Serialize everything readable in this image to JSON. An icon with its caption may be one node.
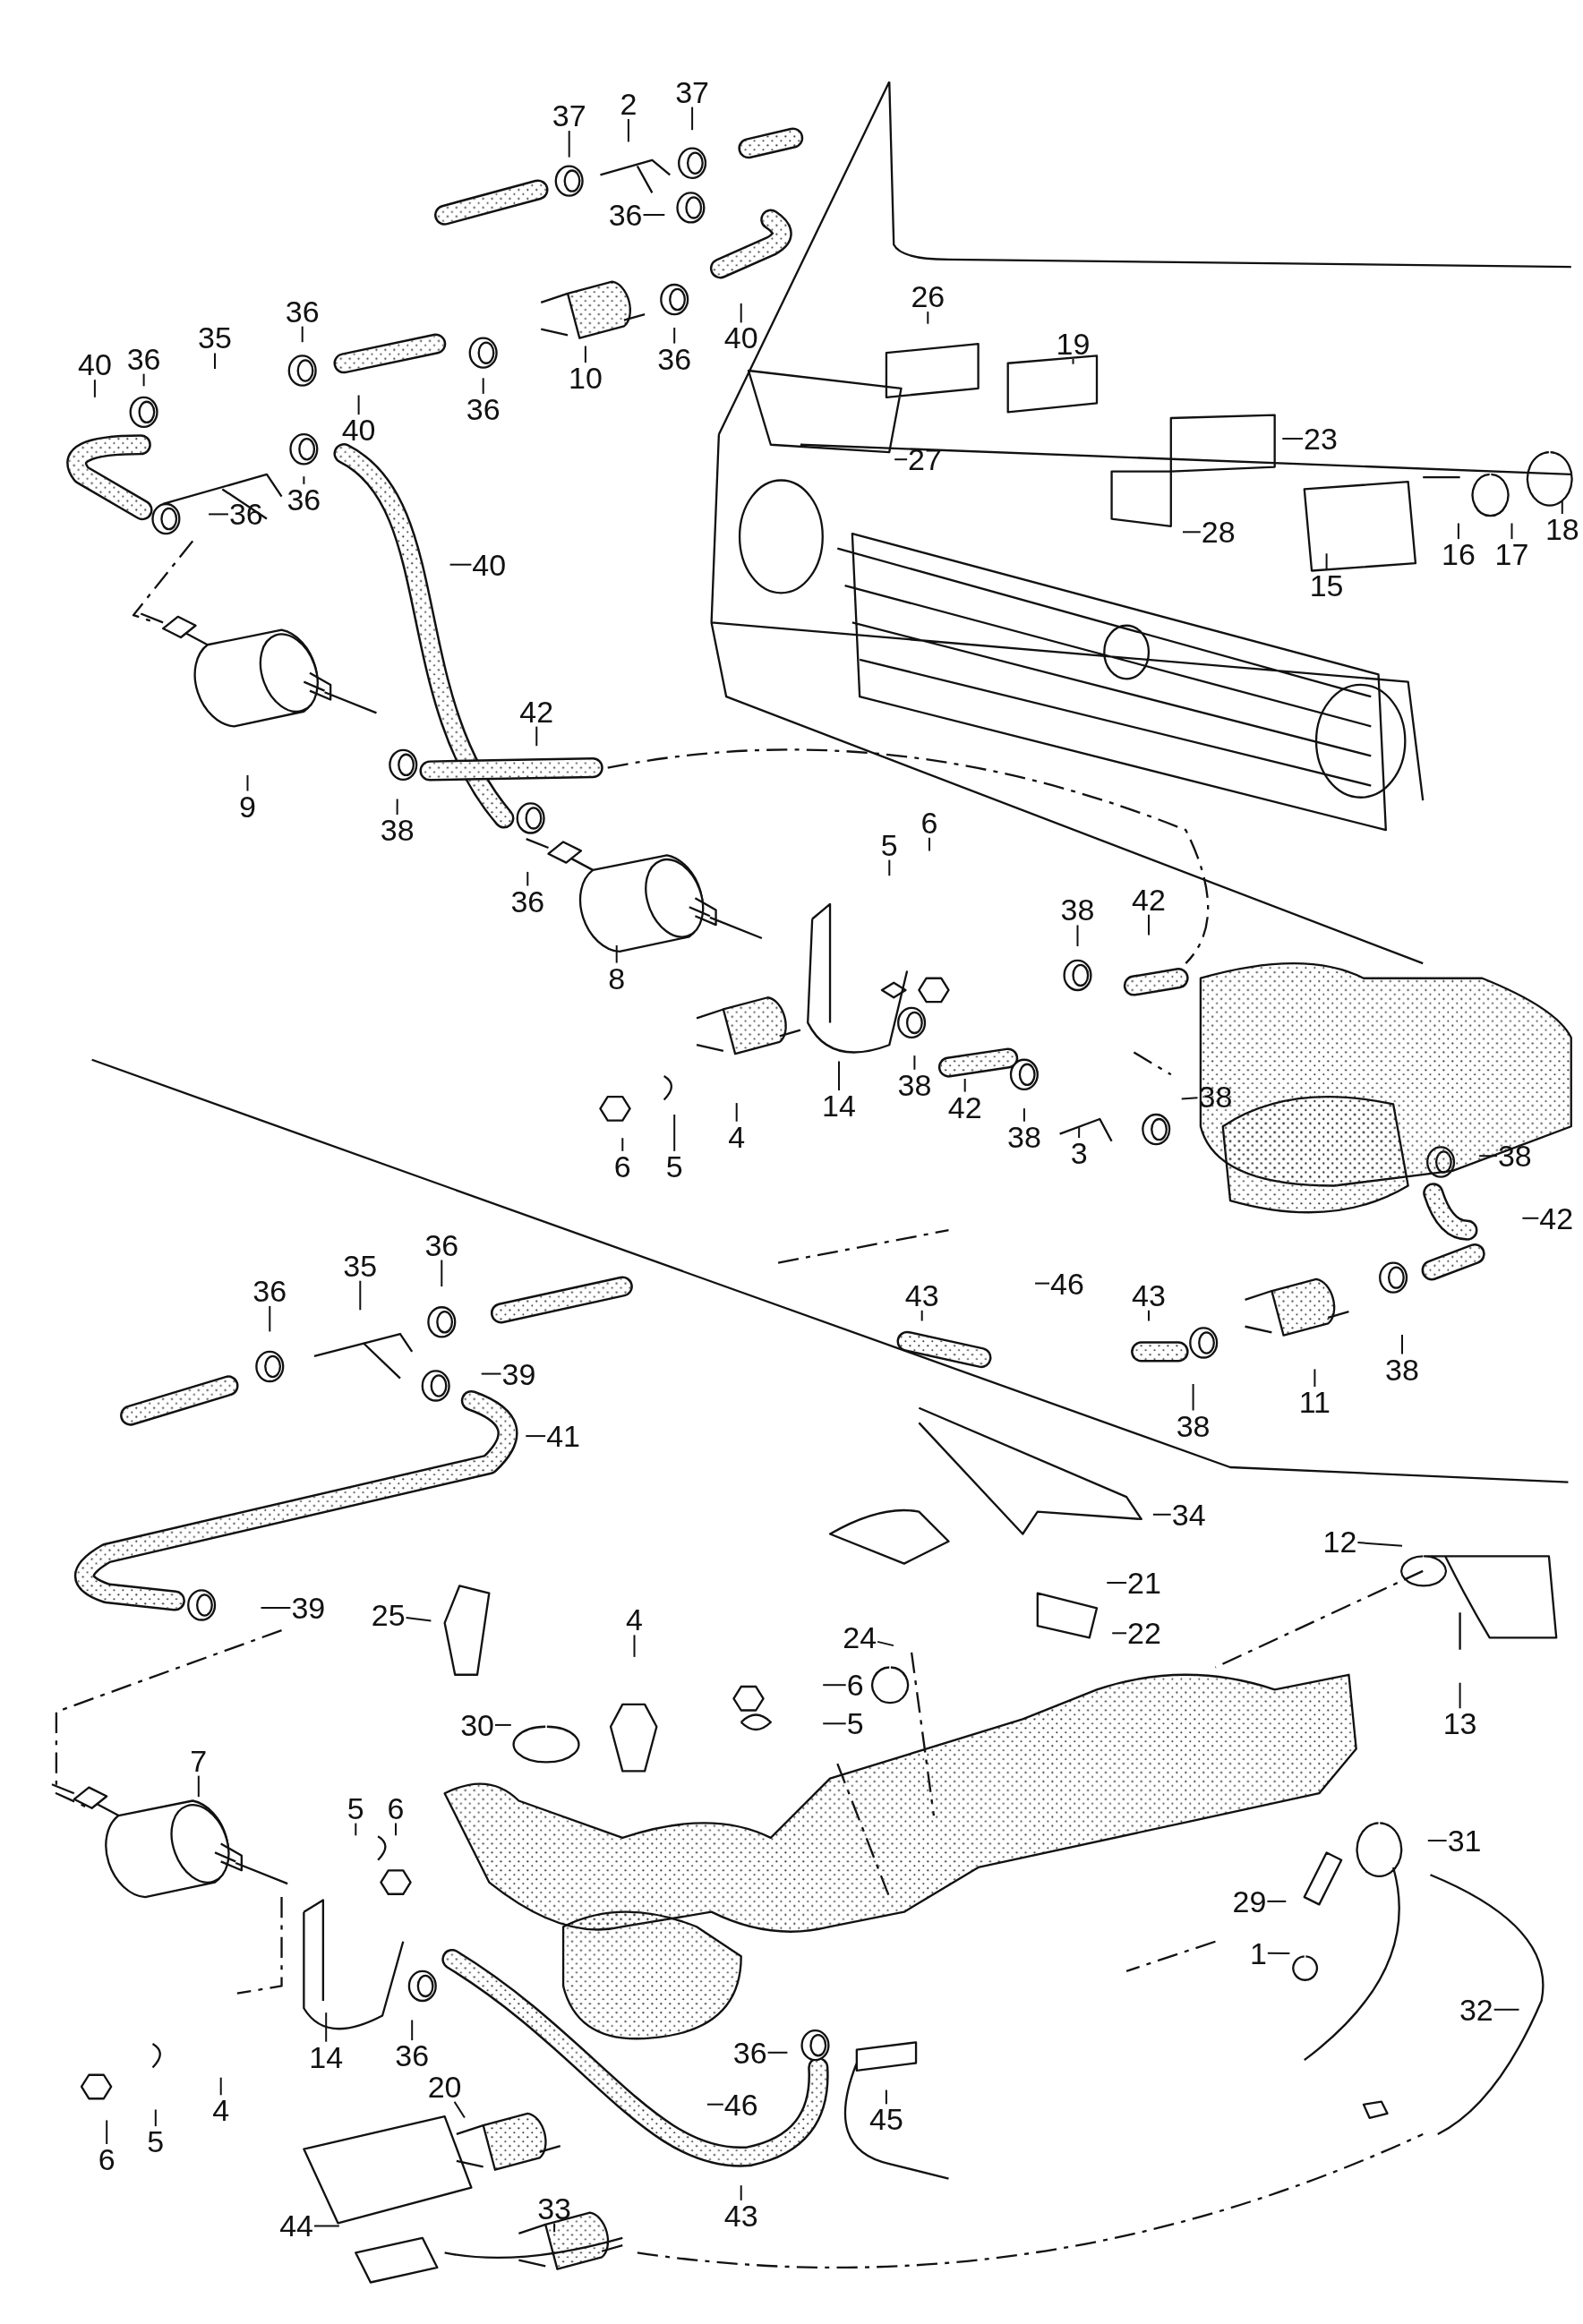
{
  "diagram": {
    "nodes": [
      {
        "text": [
          "37"
        ]
      },
      {
        "text": [
          "2"
        ]
      },
      {
        "text": [
          "37"
        ]
      },
      {
        "text": [
          "36"
        ]
      },
      {
        "text": [
          "26"
        ]
      },
      {
        "text": [
          "19"
        ]
      },
      {
        "text": [
          "36"
        ]
      },
      {
        "text": [
          "35"
        ]
      },
      {
        "text": [
          "40"
        ]
      },
      {
        "text": [
          "36"
        ]
      },
      {
        "text": [
          "40"
        ]
      },
      {
        "text": [
          "36"
        ]
      },
      {
        "text": [
          "10"
        ]
      },
      {
        "text": [
          "36"
        ]
      },
      {
        "text": [
          "40"
        ]
      },
      {
        "text": [
          "23"
        ]
      },
      {
        "text": [
          "27"
        ]
      },
      {
        "text": [
          "36"
        ]
      },
      {
        "text": [
          "36"
        ]
      },
      {
        "text": [
          "28"
        ]
      },
      {
        "text": [
          "15"
        ]
      },
      {
        "text": [
          "16"
        ]
      },
      {
        "text": [
          "17"
        ]
      },
      {
        "text": [
          "18"
        ]
      },
      {
        "text": [
          "40"
        ]
      },
      {
        "text": [
          "42"
        ]
      },
      {
        "text": [
          "9"
        ]
      },
      {
        "text": [
          "38"
        ]
      },
      {
        "text": [
          "36"
        ]
      },
      {
        "text": [
          "5"
        ]
      },
      {
        "text": [
          "6"
        ]
      },
      {
        "text": [
          "8"
        ]
      },
      {
        "text": [
          "38"
        ]
      },
      {
        "text": [
          "42"
        ]
      },
      {
        "text": [
          "14"
        ]
      },
      {
        "text": [
          "38"
        ]
      },
      {
        "text": [
          "42"
        ]
      },
      {
        "text": [
          "38"
        ]
      },
      {
        "text": [
          "6"
        ]
      },
      {
        "text": [
          "5"
        ]
      },
      {
        "text": [
          "4"
        ]
      },
      {
        "text": [
          "3"
        ]
      },
      {
        "text": [
          "38"
        ]
      },
      {
        "text": [
          "38"
        ]
      },
      {
        "text": [
          "42"
        ]
      },
      {
        "text": [
          "46"
        ]
      },
      {
        "text": [
          "43"
        ]
      },
      {
        "text": [
          "43"
        ]
      },
      {
        "text": [
          "38"
        ]
      },
      {
        "text": [
          "11"
        ]
      },
      {
        "text": [
          "38"
        ]
      },
      {
        "text": [
          "36"
        ]
      },
      {
        "text": [
          "35"
        ]
      },
      {
        "text": [
          "36"
        ]
      },
      {
        "text": [
          "39"
        ]
      },
      {
        "text": [
          "41"
        ]
      },
      {
        "text": [
          "34"
        ]
      },
      {
        "text": [
          "12"
        ]
      },
      {
        "text": [
          "21"
        ]
      },
      {
        "text": [
          "39"
        ]
      },
      {
        "text": [
          "25"
        ]
      },
      {
        "text": [
          "22"
        ]
      },
      {
        "text": [
          "4"
        ]
      },
      {
        "text": [
          "24"
        ]
      },
      {
        "text": [
          "6"
        ]
      },
      {
        "text": [
          "5"
        ]
      },
      {
        "text": [
          "13"
        ]
      },
      {
        "text": [
          "30"
        ]
      },
      {
        "text": [
          "7"
        ]
      },
      {
        "text": [
          "5"
        ]
      },
      {
        "text": [
          "6"
        ]
      },
      {
        "text": [
          "31"
        ]
      },
      {
        "text": [
          "29"
        ]
      },
      {
        "text": [
          "1"
        ]
      },
      {
        "text": [
          "32"
        ]
      },
      {
        "text": [
          "14"
        ]
      },
      {
        "text": [
          "36"
        ]
      },
      {
        "text": [
          "6"
        ]
      },
      {
        "text": [
          "5"
        ]
      },
      {
        "text": [
          "4"
        ]
      },
      {
        "text": [
          "36"
        ]
      },
      {
        "text": [
          "46"
        ]
      },
      {
        "text": [
          "45"
        ]
      },
      {
        "text": [
          "20"
        ]
      },
      {
        "text": [
          "33"
        ]
      },
      {
        "text": [
          "43"
        ]
      },
      {
        "text": [
          "44"
        ]
      }
    ],
    "edges": [
      {
        "from": 0,
        "to": null,
        "arrow": "none"
      },
      {
        "from": 1,
        "to": null,
        "arrow": "none"
      },
      {
        "from": 2,
        "to": null,
        "arrow": "none"
      },
      {
        "from": 3,
        "to": null,
        "arrow": "none"
      },
      {
        "from": 4,
        "to": null,
        "arrow": "none"
      },
      {
        "from": 5,
        "to": null,
        "arrow": "none"
      },
      {
        "from": 6,
        "to": null,
        "arrow": "none"
      },
      {
        "from": 7,
        "to": null,
        "arrow": "none"
      },
      {
        "from": 8,
        "to": null,
        "arrow": "none"
      },
      {
        "from": 9,
        "to": null,
        "arrow": "none"
      },
      {
        "from": 10,
        "to": null,
        "arrow": "none"
      },
      {
        "from": 11,
        "to": null,
        "arrow": "none"
      },
      {
        "from": 12,
        "to": null,
        "arrow": "none"
      },
      {
        "from": 13,
        "to": null,
        "arrow": "none"
      },
      {
        "from": 14,
        "to": null,
        "arrow": "none"
      },
      {
        "from": 15,
        "to": null,
        "arrow": "none"
      },
      {
        "from": 16,
        "to": null,
        "arrow": "none"
      },
      {
        "from": 17,
        "to": null,
        "arrow": "none"
      },
      {
        "from": 18,
        "to": null,
        "arrow": "none"
      },
      {
        "from": 19,
        "to": null,
        "arrow": "none"
      },
      {
        "from": 20,
        "to": null,
        "arrow": "none"
      },
      {
        "from": 21,
        "to": null,
        "arrow": "none"
      },
      {
        "from": 22,
        "to": null,
        "arrow": "none"
      },
      {
        "from": 23,
        "to": null,
        "arrow": "none"
      },
      {
        "from": 24,
        "to": null,
        "arrow": "none"
      },
      {
        "from": 25,
        "to": null,
        "arrow": "none"
      },
      {
        "from": 26,
        "to": null,
        "arrow": "none"
      },
      {
        "from": 27,
        "to": null,
        "arrow": "none"
      },
      {
        "from": 28,
        "to": null,
        "arrow": "none"
      },
      {
        "from": 29,
        "to": null,
        "arrow": "none"
      },
      {
        "from": 30,
        "to": null,
        "arrow": "none"
      },
      {
        "from": 31,
        "to": null,
        "arrow": "none"
      },
      {
        "from": 32,
        "to": null,
        "arrow": "none"
      },
      {
        "from": 33,
        "to": null,
        "arrow": "none"
      },
      {
        "from": 34,
        "to": null,
        "arrow": "none"
      },
      {
        "from": 35,
        "to": null,
        "arrow": "none"
      },
      {
        "from": 36,
        "to": null,
        "arrow": "none"
      },
      {
        "from": 37,
        "to": null,
        "arrow": "none"
      },
      {
        "from": 38,
        "to": null,
        "arrow": "none"
      },
      {
        "from": 39,
        "to": null,
        "arrow": "none"
      },
      {
        "from": 40,
        "to": null,
        "arrow": "none"
      },
      {
        "from": 41,
        "to": null,
        "arrow": "none"
      },
      {
        "from": 42,
        "to": null,
        "arrow": "none"
      },
      {
        "from": 43,
        "to": null,
        "arrow": "none"
      },
      {
        "from": 44,
        "to": null,
        "arrow": "none"
      },
      {
        "from": 45,
        "to": null,
        "arrow": "none"
      },
      {
        "from": 46,
        "to": null,
        "arrow": "none"
      },
      {
        "from": 47,
        "to": null,
        "arrow": "none"
      },
      {
        "from": 48,
        "to": null,
        "arrow": "none"
      },
      {
        "from": 49,
        "to": null,
        "arrow": "none"
      },
      {
        "from": 50,
        "to": null,
        "arrow": "none"
      },
      {
        "from": 51,
        "to": null,
        "arrow": "none"
      },
      {
        "from": 52,
        "to": null,
        "arrow": "none"
      },
      {
        "from": 53,
        "to": null,
        "arrow": "none"
      },
      {
        "from": 54,
        "to": null,
        "arrow": "none"
      },
      {
        "from": 55,
        "to": null,
        "arrow": "none"
      },
      {
        "from": 56,
        "to": null,
        "arrow": "none"
      },
      {
        "from": 57,
        "to": null,
        "arrow": "none"
      },
      {
        "from": 58,
        "to": null,
        "arrow": "none"
      },
      {
        "from": 59,
        "to": null,
        "arrow": "none"
      },
      {
        "from": 60,
        "to": null,
        "arrow": "none"
      },
      {
        "from": 61,
        "to": null,
        "arrow": "none"
      },
      {
        "from": 62,
        "to": null,
        "arrow": "none"
      },
      {
        "from": 63,
        "to": null,
        "arrow": "none"
      },
      {
        "from": 64,
        "to": null,
        "arrow": "none"
      },
      {
        "from": 65,
        "to": null,
        "arrow": "none"
      },
      {
        "from": 66,
        "to": null,
        "arrow": "none"
      },
      {
        "from": 67,
        "to": null,
        "arrow": "none"
      },
      {
        "from": 68,
        "to": null,
        "arrow": "none"
      },
      {
        "from": 69,
        "to": null,
        "arrow": "none"
      },
      {
        "from": 70,
        "to": null,
        "arrow": "none"
      },
      {
        "from": 71,
        "to": null,
        "arrow": "none"
      },
      {
        "from": 72,
        "to": null,
        "arrow": "none"
      },
      {
        "from": 73,
        "to": null,
        "arrow": "none"
      },
      {
        "from": 74,
        "to": null,
        "arrow": "none"
      },
      {
        "from": 75,
        "to": null,
        "arrow": "none"
      },
      {
        "from": 76,
        "to": null,
        "arrow": "none"
      },
      {
        "from": 77,
        "to": null,
        "arrow": "none"
      },
      {
        "from": 78,
        "to": null,
        "arrow": "none"
      },
      {
        "from": 79,
        "to": null,
        "arrow": "none"
      },
      {
        "from": 80,
        "to": null,
        "arrow": "none"
      },
      {
        "from": 81,
        "to": null,
        "arrow": "none"
      },
      {
        "from": 82,
        "to": null,
        "arrow": "none"
      },
      {
        "from": 83,
        "to": null,
        "arrow": "none"
      },
      {
        "from": 84,
        "to": null,
        "arrow": "none"
      },
      {
        "from": 85,
        "to": null,
        "arrow": "none"
      },
      {
        "from": 86,
        "to": null,
        "arrow": "none"
      }
    ]
  }
}
